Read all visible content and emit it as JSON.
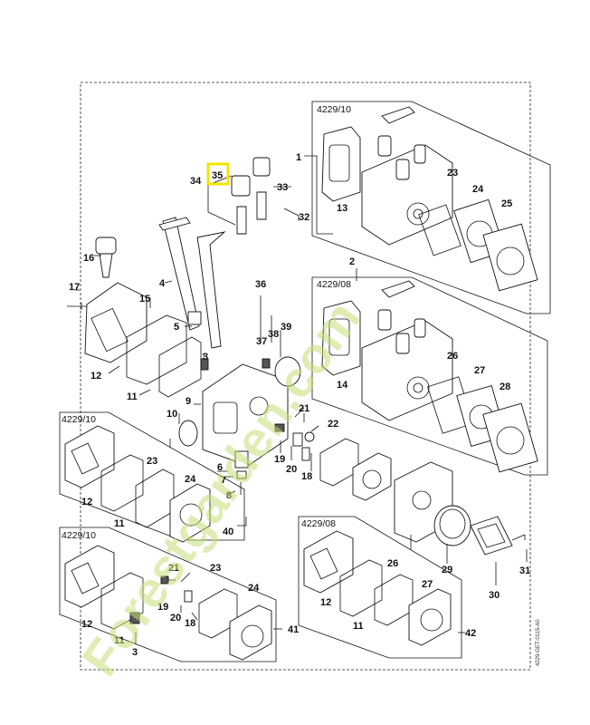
{
  "callouts": [
    {
      "id": "c1",
      "text": "1"
    },
    {
      "id": "c2",
      "text": "2"
    },
    {
      "id": "c3a",
      "text": "3"
    },
    {
      "id": "c3b",
      "text": "3"
    },
    {
      "id": "c4",
      "text": "4"
    },
    {
      "id": "c5",
      "text": "5"
    },
    {
      "id": "c6",
      "text": "6"
    },
    {
      "id": "c7",
      "text": "7"
    },
    {
      "id": "c8",
      "text": "8"
    },
    {
      "id": "c9",
      "text": "9"
    },
    {
      "id": "c10",
      "text": "10"
    },
    {
      "id": "c11a",
      "text": "11"
    },
    {
      "id": "c11b",
      "text": "11"
    },
    {
      "id": "c11c",
      "text": "11"
    },
    {
      "id": "c11d",
      "text": "11"
    },
    {
      "id": "c12a",
      "text": "12"
    },
    {
      "id": "c12b",
      "text": "12"
    },
    {
      "id": "c12c",
      "text": "12"
    },
    {
      "id": "c12d",
      "text": "12"
    },
    {
      "id": "c13",
      "text": "13"
    },
    {
      "id": "c14",
      "text": "14"
    },
    {
      "id": "c15",
      "text": "15"
    },
    {
      "id": "c16",
      "text": "16"
    },
    {
      "id": "c17",
      "text": "17"
    },
    {
      "id": "c18a",
      "text": "18"
    },
    {
      "id": "c18b",
      "text": "18"
    },
    {
      "id": "c19a",
      "text": "19"
    },
    {
      "id": "c19b",
      "text": "19"
    },
    {
      "id": "c20a",
      "text": "20"
    },
    {
      "id": "c20b",
      "text": "20"
    },
    {
      "id": "c21a",
      "text": "21"
    },
    {
      "id": "c21b",
      "text": "21"
    },
    {
      "id": "c22",
      "text": "22"
    },
    {
      "id": "c23a",
      "text": "23"
    },
    {
      "id": "c23b",
      "text": "23"
    },
    {
      "id": "c23c",
      "text": "23"
    },
    {
      "id": "c24a",
      "text": "24"
    },
    {
      "id": "c24b",
      "text": "24"
    },
    {
      "id": "c24c",
      "text": "24"
    },
    {
      "id": "c25",
      "text": "25"
    },
    {
      "id": "c26a",
      "text": "26"
    },
    {
      "id": "c26b",
      "text": "26"
    },
    {
      "id": "c27a",
      "text": "27"
    },
    {
      "id": "c27b",
      "text": "27"
    },
    {
      "id": "c28",
      "text": "28"
    },
    {
      "id": "c29",
      "text": "29"
    },
    {
      "id": "c30",
      "text": "30"
    },
    {
      "id": "c31",
      "text": "31"
    },
    {
      "id": "c32",
      "text": "32"
    },
    {
      "id": "c33",
      "text": "33"
    },
    {
      "id": "c34",
      "text": "34"
    },
    {
      "id": "c35",
      "text": "35"
    },
    {
      "id": "c36",
      "text": "36"
    },
    {
      "id": "c37",
      "text": "37"
    },
    {
      "id": "c38",
      "text": "38"
    },
    {
      "id": "c39",
      "text": "39"
    },
    {
      "id": "c40",
      "text": "40"
    },
    {
      "id": "c41",
      "text": "41"
    },
    {
      "id": "c42",
      "text": "42"
    }
  ],
  "group_labels": [
    {
      "id": "g1",
      "text": "4229/10"
    },
    {
      "id": "g2",
      "text": "4229/08"
    },
    {
      "id": "g3",
      "text": "4229/10"
    },
    {
      "id": "g4",
      "text": "4229/10"
    },
    {
      "id": "g5",
      "text": "4229/08"
    }
  ],
  "doc_ref": "4229-GET-0115-A0",
  "highlight_part": "35",
  "watermark": {
    "text": "Forestgarden.com",
    "color_green": "#c5e07a",
    "color_orange": "#f3c88a",
    "color_grey": "#cbbfaa"
  },
  "colors": {
    "line": "#111111",
    "highlight": "#f2e600"
  }
}
